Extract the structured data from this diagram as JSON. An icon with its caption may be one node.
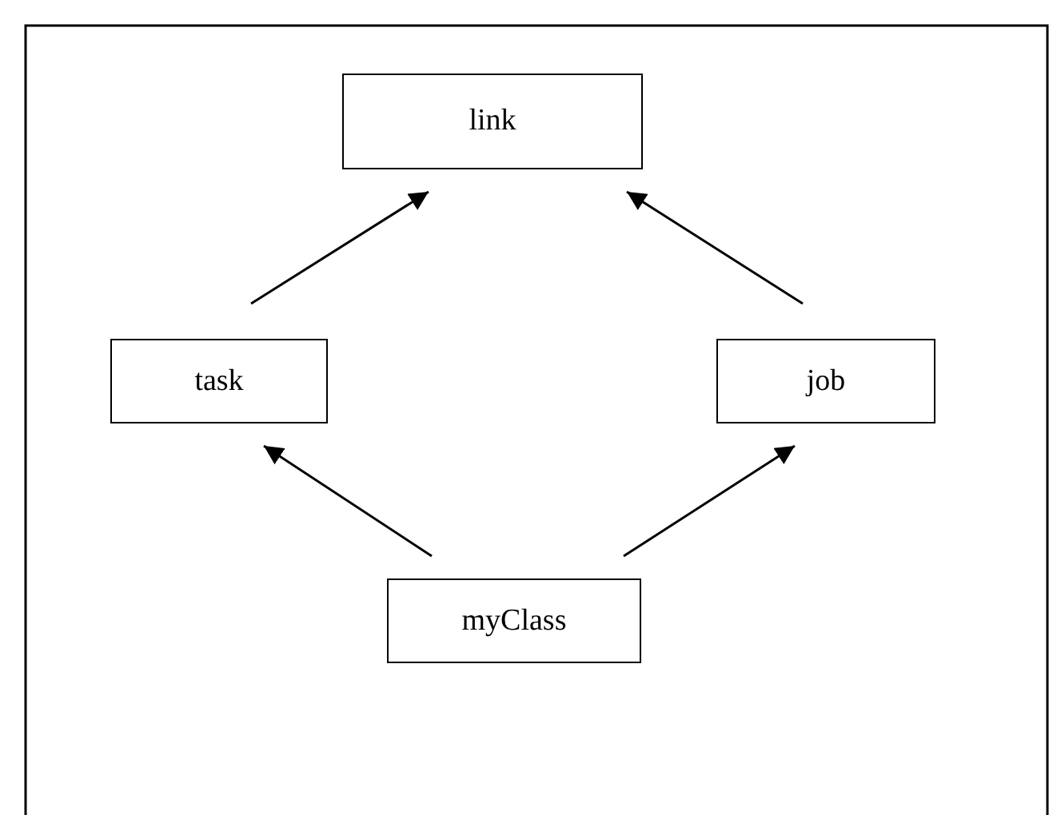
{
  "diagram": {
    "nodes": [
      {
        "text": [
          "link"
        ]
      },
      {
        "text": [
          "task"
        ]
      },
      {
        "text": [
          "job"
        ]
      },
      {
        "text": [
          "myClass"
        ]
      }
    ],
    "edges": [
      {
        "from": 1,
        "to": 0,
        "arrow": "to"
      },
      {
        "from": 2,
        "to": 0,
        "arrow": "to"
      },
      {
        "from": 3,
        "to": 1,
        "arrow": "to"
      },
      {
        "from": 3,
        "to": 2,
        "arrow": "to"
      }
    ]
  }
}
